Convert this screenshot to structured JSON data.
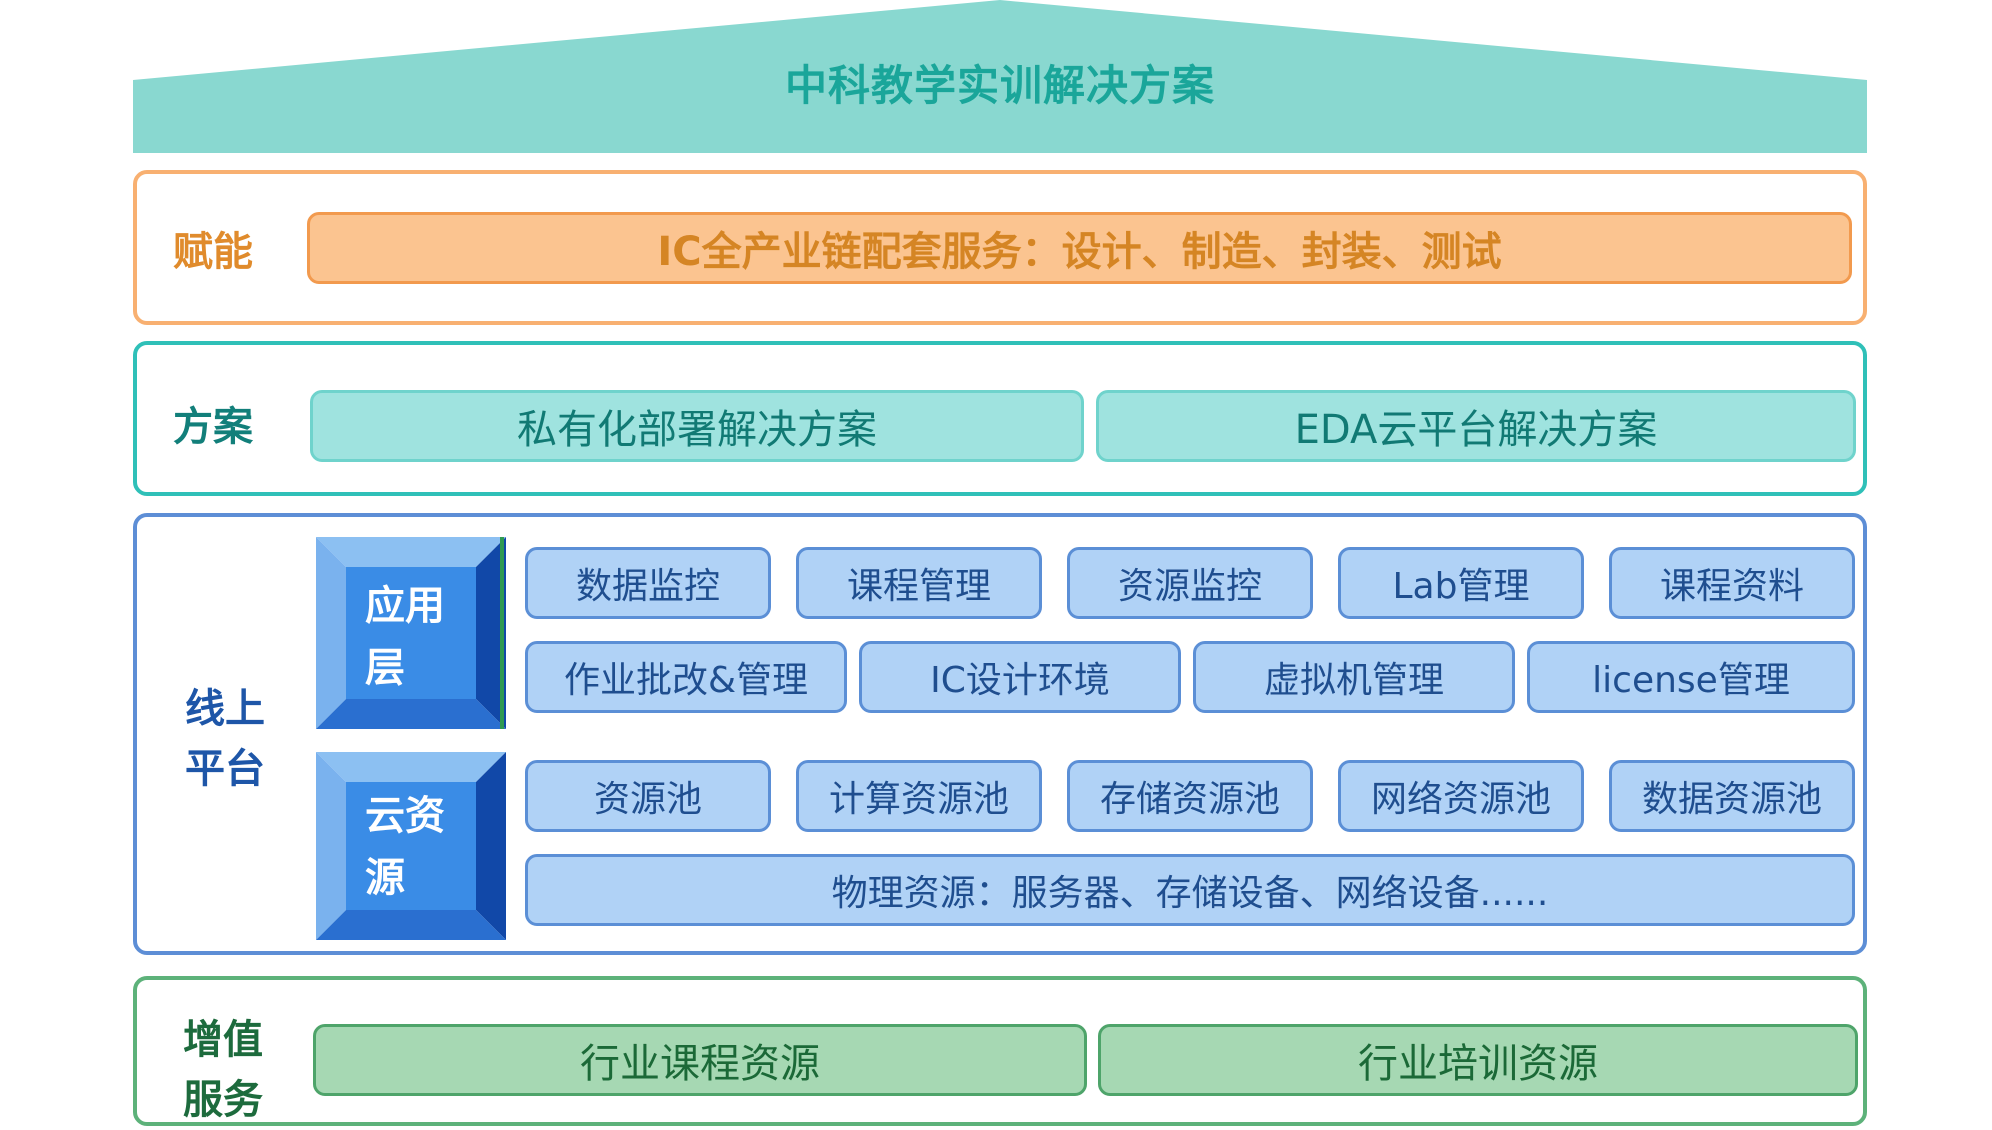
{
  "title": "中科教学实训解决方案",
  "colors": {
    "roof": "#89d8d0",
    "empower_border": "#f8b071",
    "plan_border": "#2fc0b8",
    "online_border": "#5d8ed6",
    "value_border": "#5db27a"
  },
  "empower": {
    "label": "赋能",
    "content": "IC全产业链配套服务：设计、制造、封装、测试"
  },
  "plan": {
    "label": "方案",
    "items": [
      "私有化部署解决方案",
      "EDA云平台解决方案"
    ]
  },
  "online": {
    "label_line1": "线上",
    "label_line2": "平台",
    "app_layer": {
      "label_line1": "应用",
      "label_line2": "层",
      "row1": [
        "数据监控",
        "课程管理",
        "资源监控",
        "Lab管理",
        "课程资料"
      ],
      "row2": [
        "作业批改&管理",
        "IC设计环境",
        "虚拟机管理",
        "license管理"
      ]
    },
    "cloud_layer": {
      "label_line1": "云资",
      "label_line2": "源",
      "row1": [
        "资源池",
        "计算资源池",
        "存储资源池",
        "网络资源池",
        "数据资源池"
      ],
      "physical": "物理资源：服务器、存储设备、网络设备......"
    }
  },
  "value": {
    "label_line1": "增值",
    "label_line2": "服务",
    "items": [
      "行业课程资源",
      "行业培训资源"
    ]
  }
}
